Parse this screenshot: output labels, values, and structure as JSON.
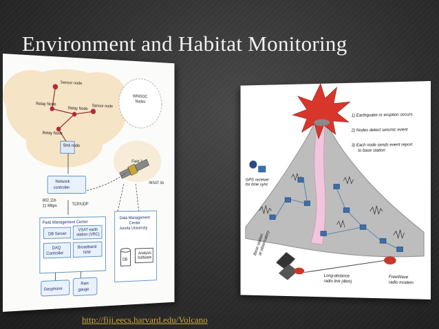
{
  "slide": {
    "title": "Environment and Habitat Monitoring",
    "link": "http://fiji.eecs.harvard.edu/Volcano"
  },
  "left_diagram": {
    "sensor_node_top": "Sensor node",
    "relay_node_1": "Relay Node",
    "relay_node_2": "Relay Node",
    "sensor_node_right": "Sensor node",
    "relay_node_3": "Relay Node",
    "sink_node": "Sink node",
    "winsoc_nodes_line1": "WINSOC",
    "winsoc_nodes_line2": "Nodes",
    "field2": "Field 2",
    "insat": "INSAT 3A",
    "network_controller_line1": "Network",
    "network_controller_line2": "controller",
    "link_spec_1": "802.11b",
    "link_spec_2": "11 Mbps",
    "tcp_udp": "TCP/UDP",
    "dmc_line1": "Data Management",
    "dmc_line2": "Center",
    "dmc_line3": "Amrita University",
    "fmc": "Field Management Center",
    "db_server": "DB Server",
    "vsat_line1": "VSAT earth",
    "vsat_line2": "station (VRC)",
    "daq_line1": "DAQ",
    "daq_line2": "Controller",
    "broadband_line1": "Broadband",
    "broadband_line2": "N/W",
    "db": "DB",
    "analysis_line1": "Analysis",
    "analysis_line2": "Software",
    "geophone": "Geophone",
    "rain_line1": "Rain",
    "rain_line2": "gauge"
  },
  "right_diagram": {
    "step1": "1) Earthquake or eruption occurs",
    "step2": "2) Nodes detect seismic event",
    "step3_line1": "3) Each node sends event report",
    "step3_line2": "to base station",
    "gps_line1": "GPS receiver",
    "gps_line2": "for time sync",
    "base_line1": "Base station",
    "base_line2": "at observatory",
    "radio_line1": "Long-distance",
    "radio_line2": "radio link (4km)",
    "freewave_line1": "FreeWave",
    "freewave_line2": "radio modem"
  },
  "colors": {
    "background": "#2e2e2e",
    "title": "#f2f2f2",
    "link": "#c9a536",
    "cloud": "#f6e4c6",
    "box_border": "#5a8fc2",
    "volcano": "#bdbdbd",
    "magma": "#f1c6dc",
    "burst": "#d9362b",
    "node": "#3c6ea8"
  },
  "icons": [
    "satellite-icon",
    "laptop-icon",
    "gps-receiver-icon",
    "explosion-icon",
    "sensor-node-icon"
  ]
}
